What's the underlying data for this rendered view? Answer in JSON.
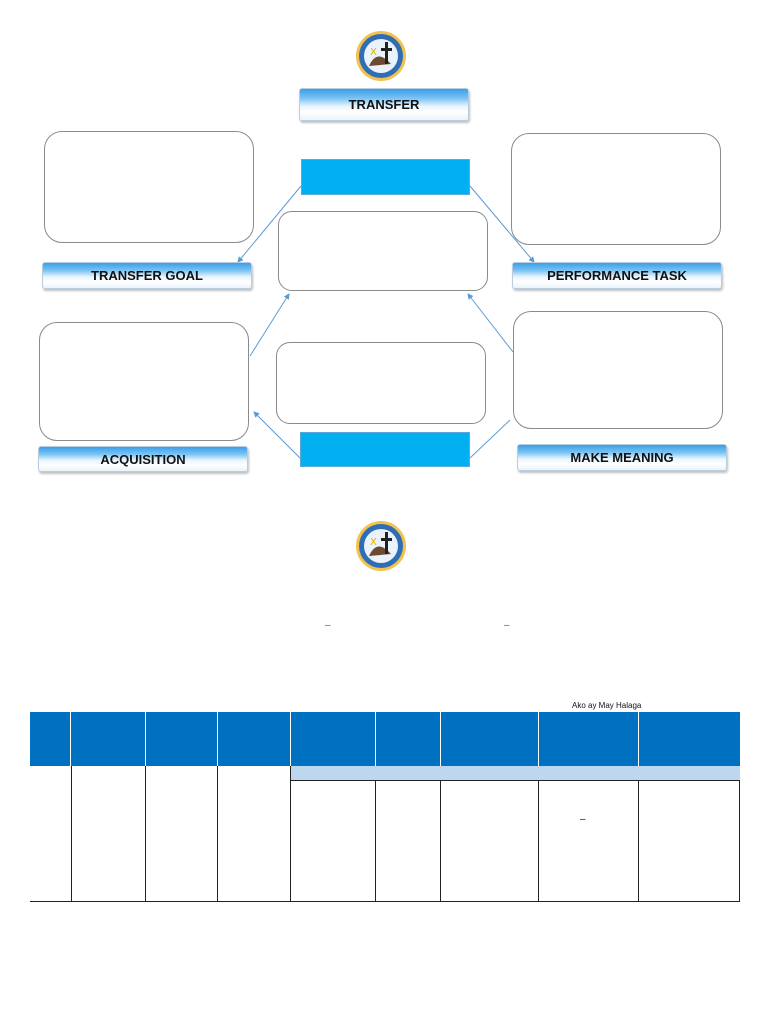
{
  "labels": {
    "transfer": "TRANSFER",
    "transfer_goal": "TRANSFER GOAL",
    "performance_task": "PERFORMANCE TASK",
    "acquisition": "ACQUISITION",
    "make_meaning": "MAKE MEANING"
  },
  "page2": {
    "dash_1": "–",
    "dash_2": "–",
    "table_caption": "Ako ay May Halaga",
    "cell_dash": "–"
  },
  "colors": {
    "header_blue": "#0070c0",
    "subheader_lightblue": "#bdd7ee",
    "solid_box_blue": "#00b0f0",
    "connector_blue": "#5b9bd5"
  },
  "icons": [
    "school-seal-icon",
    "school-seal-icon"
  ]
}
